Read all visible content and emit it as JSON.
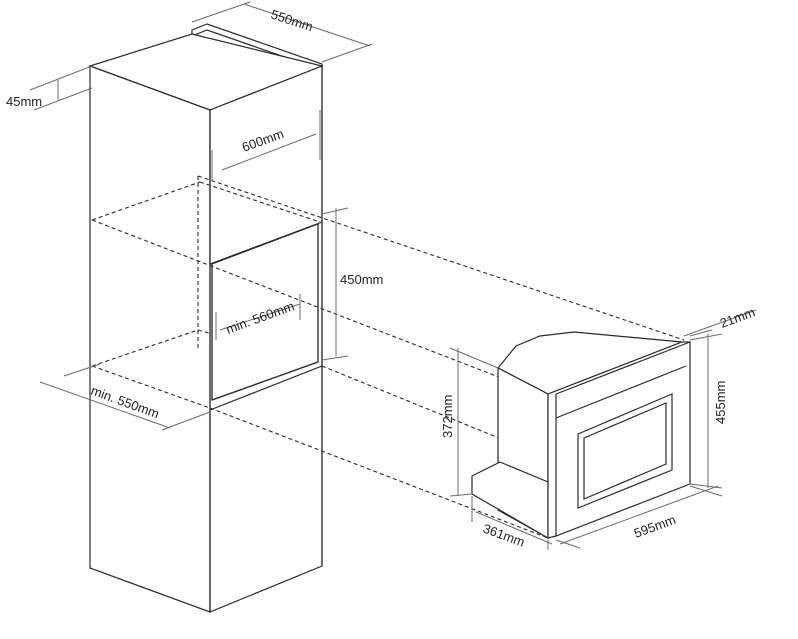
{
  "dimensions": {
    "cabinet_depth": "550mm",
    "top_overhang": "45mm",
    "cabinet_width": "600mm",
    "niche_height": "450mm",
    "niche_min_width": "min. 560mm",
    "niche_min_depth": "min. 550mm",
    "front_depth": "21mm",
    "total_height": "455mm",
    "body_height": "372mm",
    "body_depth": "361mm",
    "total_width": "595mm"
  }
}
